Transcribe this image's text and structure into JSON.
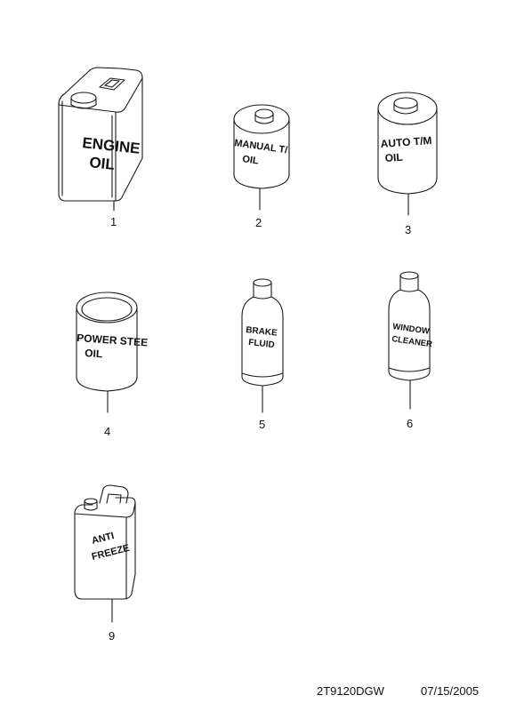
{
  "parts": [
    {
      "number": "1",
      "label_lines": [
        "ENGINE",
        "OIL"
      ],
      "item": "engine-oil-can"
    },
    {
      "number": "2",
      "label_lines": [
        "MANUAL T/",
        "OIL"
      ],
      "item": "manual-transmission-oil-can"
    },
    {
      "number": "3",
      "label_lines": [
        "AUTO  T/M",
        "OIL"
      ],
      "item": "auto-transmission-oil-can"
    },
    {
      "number": "4",
      "label_lines": [
        "POWER STEE",
        "OIL"
      ],
      "item": "power-steering-oil-can"
    },
    {
      "number": "5",
      "label_lines": [
        "BRAKE",
        "FLUID"
      ],
      "item": "brake-fluid-bottle"
    },
    {
      "number": "6",
      "label_lines": [
        "WINDOW",
        "CLEANER"
      ],
      "item": "window-cleaner-bottle"
    },
    {
      "number": "9",
      "label_lines": [
        "ANTI",
        "FREEZE"
      ],
      "item": "antifreeze-jug"
    }
  ],
  "footer": {
    "code": "2T9120DGW",
    "date": "07/15/2005"
  },
  "colors": {
    "line": "#1a1a1a",
    "background": "#ffffff"
  }
}
